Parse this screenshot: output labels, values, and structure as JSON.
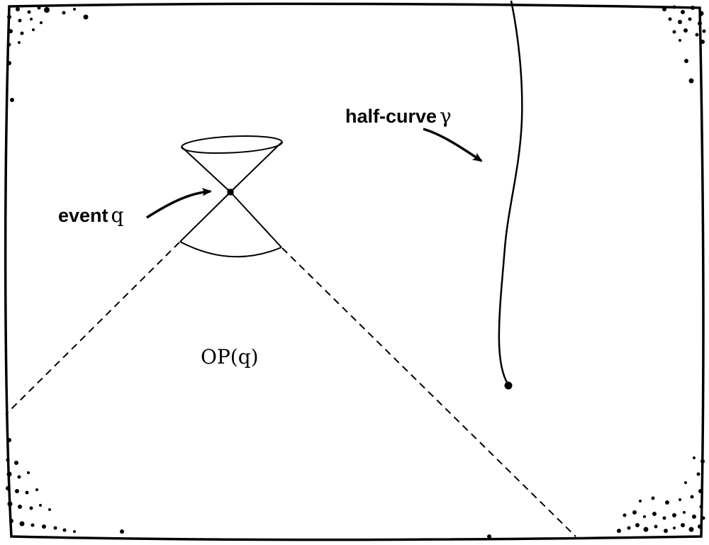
{
  "diagram": {
    "event_label": {
      "word": "event",
      "symbol": " q"
    },
    "half_curve_label": {
      "word": "half-curve",
      "symbol": " γ"
    },
    "op_label": "OP(q)"
  },
  "colors": {
    "ink": "#000000",
    "background": "#ffffff"
  }
}
